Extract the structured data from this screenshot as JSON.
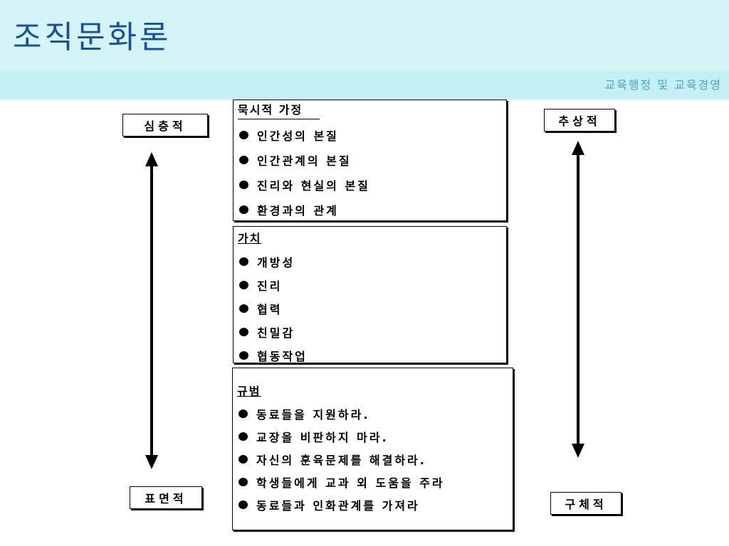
{
  "header": {
    "title": "조직문화론",
    "subtitle": "교육행정 및 교육경영"
  },
  "left_axis": {
    "top_label": "심층적",
    "bottom_label": "표면적"
  },
  "right_axis": {
    "top_label": "추상적",
    "bottom_label": "구체적"
  },
  "boxes": [
    {
      "heading": "묵시적 가정",
      "items": [
        "인간성의 본질",
        "인간관계의 본질",
        "진리와 현실의 본질",
        "환경과의 관계"
      ]
    },
    {
      "heading": "가치",
      "items": [
        "개방성",
        "진리",
        "협력",
        "친밀감",
        "협동작업"
      ]
    },
    {
      "heading": "규범",
      "items": [
        "동료들을 지원하라.",
        "교장을 비판하지 마라.",
        "자신의 훈육문제를 해결하라.",
        "학생들에게 교과 외 도움을 주라",
        "동료들과 인화관계를 가져라"
      ]
    }
  ]
}
